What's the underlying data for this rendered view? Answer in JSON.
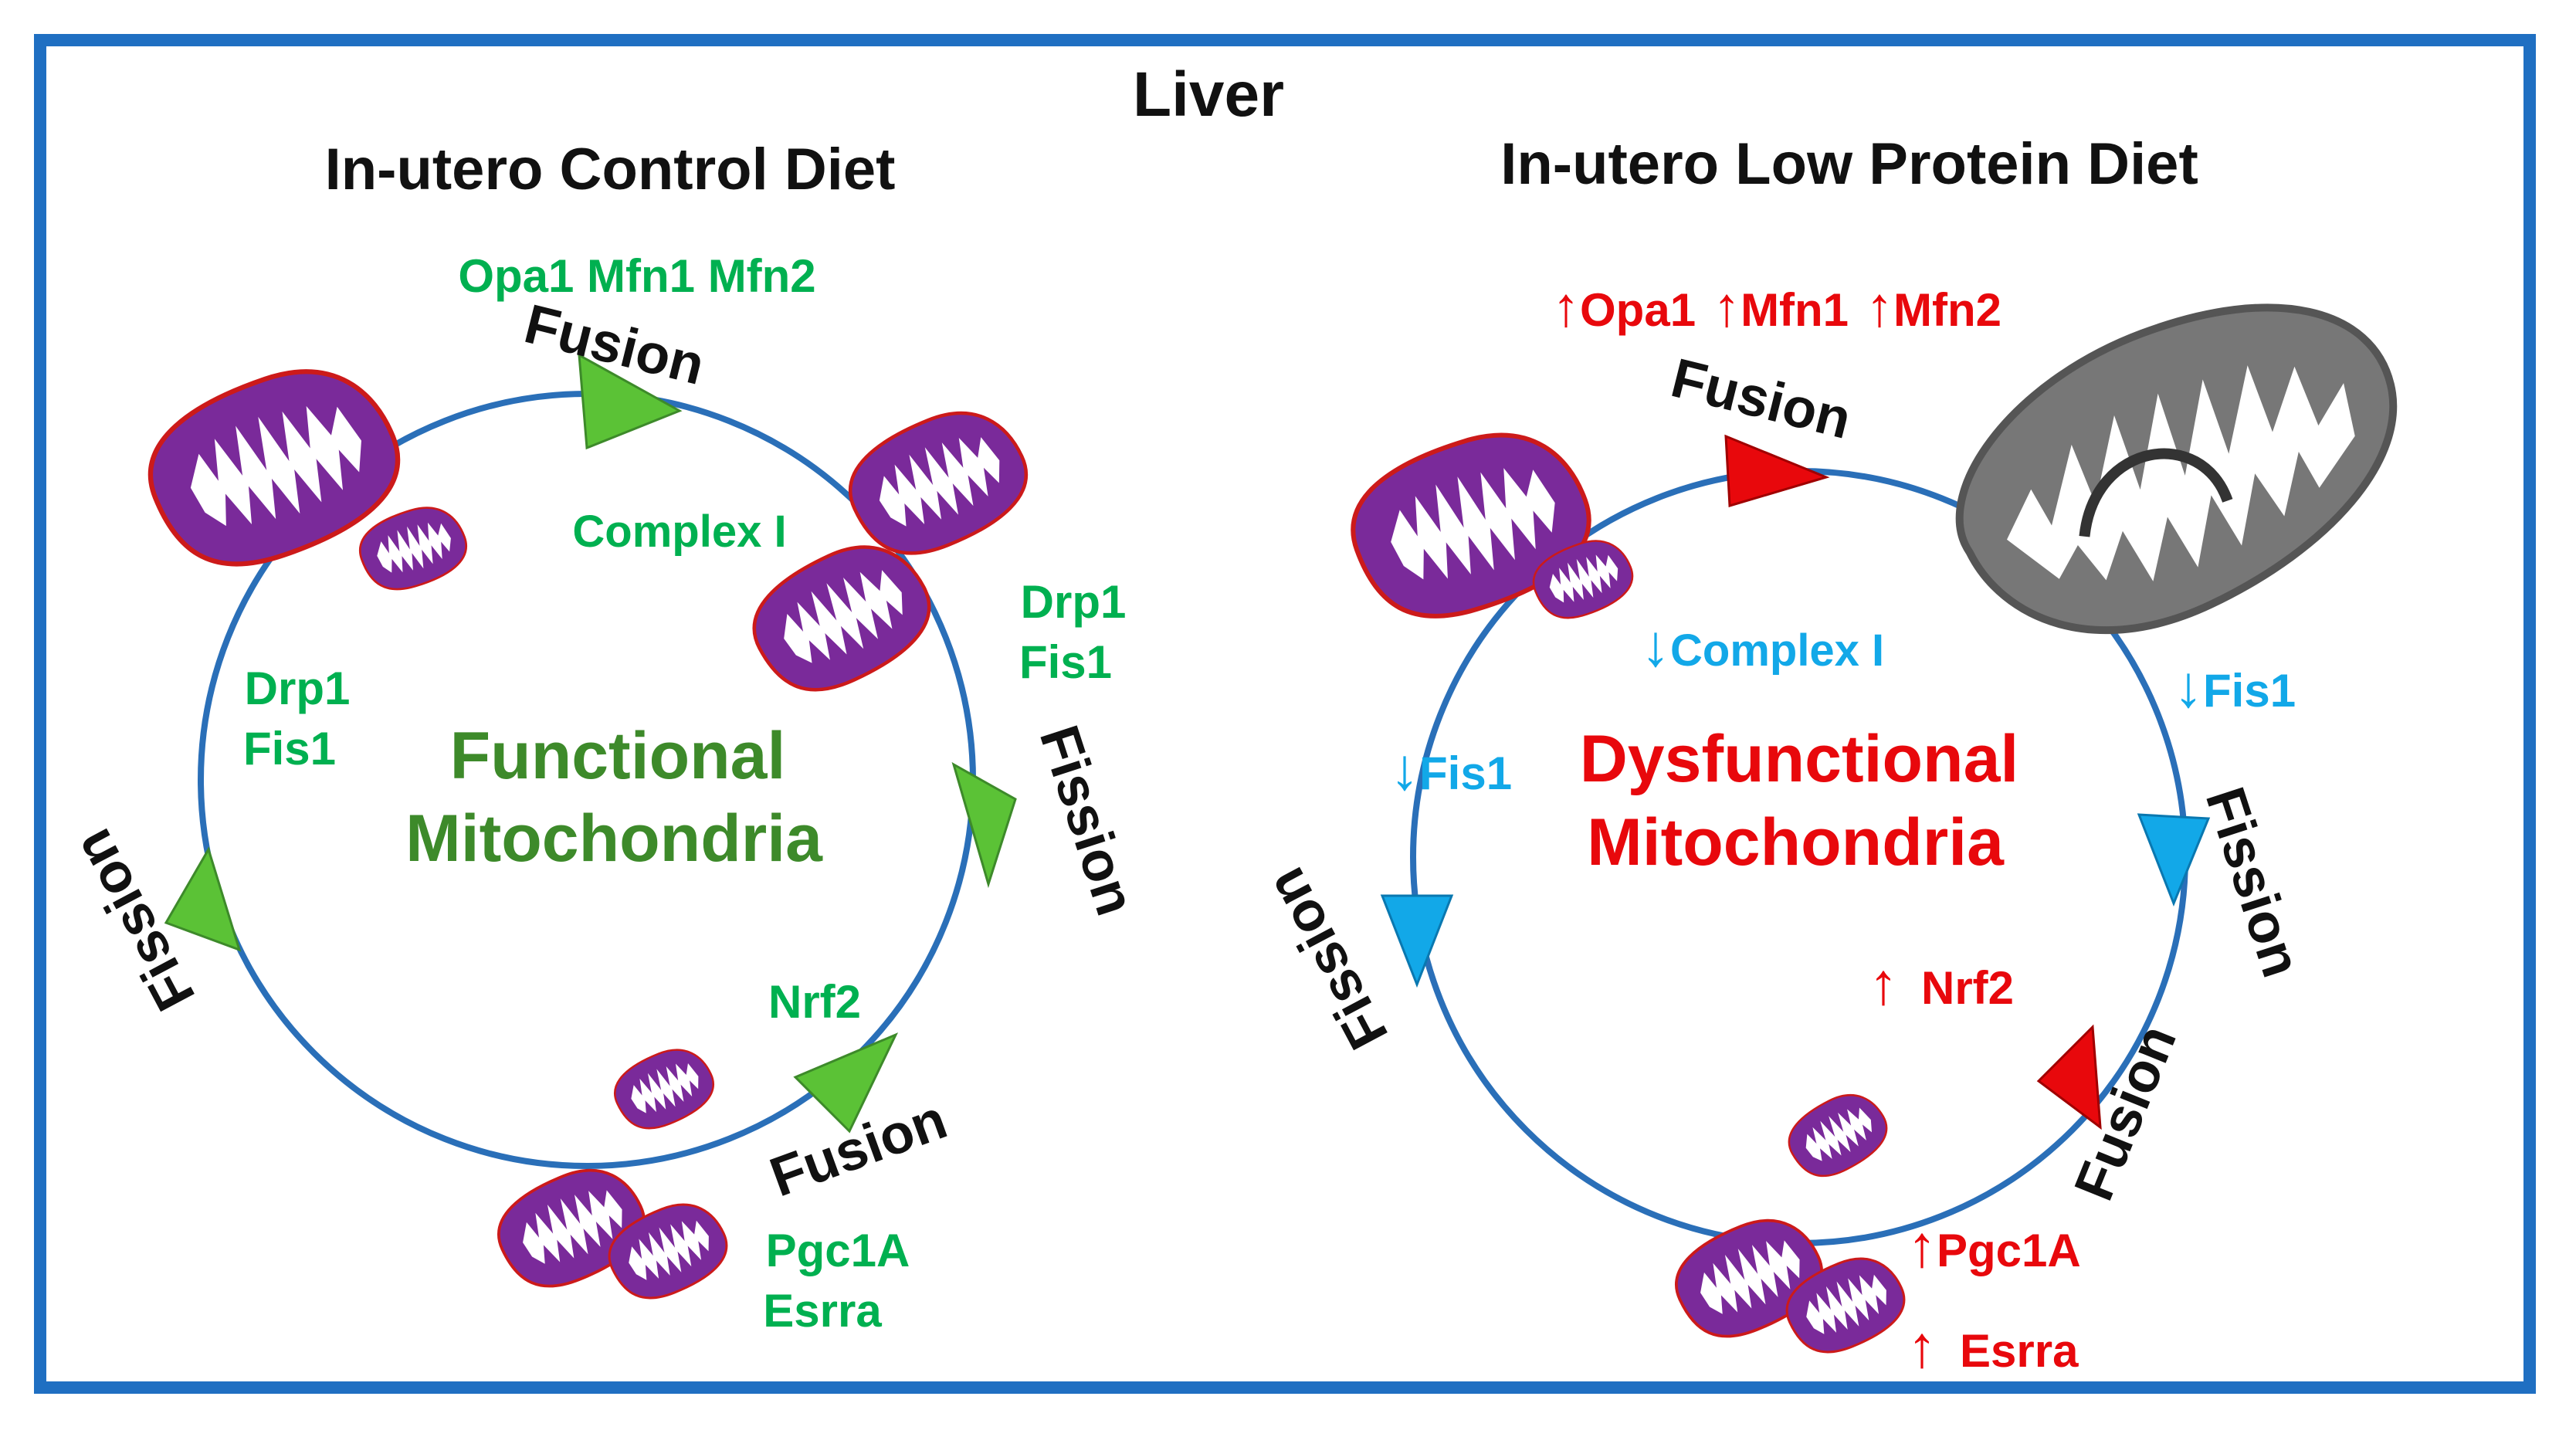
{
  "title": "Liver",
  "colors": {
    "frame": "#1f6fc2",
    "cycle": "#2a6fb8",
    "green_label": "#00b050",
    "functional_text": "#3d8a2a",
    "green_arrow": "#5bc236",
    "red": "#e8080c",
    "blue": "#12a8e8",
    "mito_fill": "#7a2a9a",
    "mito_outline": "#cc1a1a",
    "damaged_mito": "#6b6b6b"
  },
  "left_panel": {
    "heading": "In-utero Control Diet",
    "center_line1": "Functional",
    "center_line2": "Mitochondria",
    "fusion_top_genes": "Opa1 Mfn1 Mfn2",
    "fusion_top_label": "Fusion",
    "complex": "Complex I",
    "fission_right_gene1": "Drp1",
    "fission_right_gene2": "Fis1",
    "fission_right_label": "Fission",
    "fission_left_gene1": "Drp1",
    "fission_left_gene2": "Fis1",
    "fission_left_label": "Fission",
    "fusion_bottom_gene": "Nrf2",
    "fusion_bottom_label": "Fusion",
    "bottom_gene1": "Pgc1A",
    "bottom_gene2": "Esrra"
  },
  "right_panel": {
    "heading": "In-utero Low Protein Diet",
    "center_line1": "Dysfunctional",
    "center_line2": "Mitochondria",
    "up_arrow": "↑",
    "down_arrow": "↓",
    "fusion_top_gene1": "Opa1",
    "fusion_top_gene2": "Mfn1",
    "fusion_top_gene3": "Mfn2",
    "fusion_top_label": "Fusion",
    "complex": "Complex I",
    "fission_right_gene": "Fis1",
    "fission_right_label": "Fission",
    "fission_left_gene": "Fis1",
    "fission_left_label": "Fission",
    "nrf_gene": "Nrf2",
    "fusion_bottom_label": "Fusion",
    "bottom_gene1": "Pgc1A",
    "bottom_gene2": "Esrra"
  }
}
